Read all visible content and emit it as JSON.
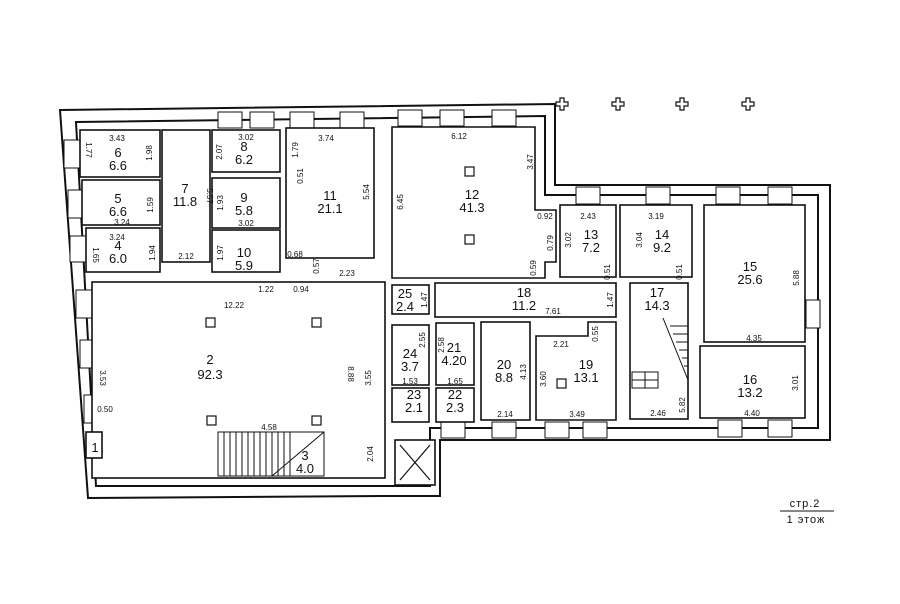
{
  "sheet": {
    "page": "стр.2",
    "floor": "1 этож"
  },
  "rooms": [
    {
      "num": "1",
      "area": ""
    },
    {
      "num": "2",
      "area": "92.3"
    },
    {
      "num": "3",
      "area": "4.0"
    },
    {
      "num": "4",
      "area": "6.0"
    },
    {
      "num": "5",
      "area": "6.6"
    },
    {
      "num": "6",
      "area": "6.6"
    },
    {
      "num": "7",
      "area": "11.8"
    },
    {
      "num": "8",
      "area": "6.2"
    },
    {
      "num": "9",
      "area": "5.8"
    },
    {
      "num": "10",
      "area": "5.9"
    },
    {
      "num": "11",
      "area": "21.1"
    },
    {
      "num": "12",
      "area": "41.3"
    },
    {
      "num": "13",
      "area": "7.2"
    },
    {
      "num": "14",
      "area": "9.2"
    },
    {
      "num": "15",
      "area": "25.6"
    },
    {
      "num": "16",
      "area": "13.2"
    },
    {
      "num": "17",
      "area": "14.3"
    },
    {
      "num": "18",
      "area": "11.2"
    },
    {
      "num": "19",
      "area": "13.1"
    },
    {
      "num": "20",
      "area": "8.8"
    },
    {
      "num": "21",
      "area": "4.20"
    },
    {
      "num": "22",
      "area": "2.3"
    },
    {
      "num": "23",
      "area": "2.1"
    },
    {
      "num": "24",
      "area": "3.7"
    },
    {
      "num": "25",
      "area": "2.4"
    }
  ],
  "dims": [
    "3.43",
    "1.77",
    "1.98",
    "1.59",
    "3.24",
    "3.24",
    "1.65",
    "1.94",
    "2.12",
    "5.57",
    "3.02",
    "2.07",
    "1.93",
    "3.02",
    "1.97",
    "1.79",
    "3.74",
    "0.51",
    "5.54",
    "0.68",
    "0.57",
    "2.23",
    "1.22",
    "0.94",
    "12.22",
    "6.12",
    "3.47",
    "6.45",
    "0.92",
    "0.79",
    "0.59",
    "2.43",
    "3.02",
    "0.51",
    "3.19",
    "3.04",
    "0.51",
    "5.88",
    "4.35",
    "3.01",
    "4.40",
    "1.47",
    "7.61",
    "1.47",
    "0.55",
    "2.21",
    "3.60",
    "3.49",
    "4.13",
    "2.14",
    "2.58",
    "1.65",
    "2.55",
    "1.53",
    "5.82",
    "2.46",
    "3.53",
    "0.50",
    "8.88",
    "3.55",
    "4.58",
    "2.04"
  ]
}
